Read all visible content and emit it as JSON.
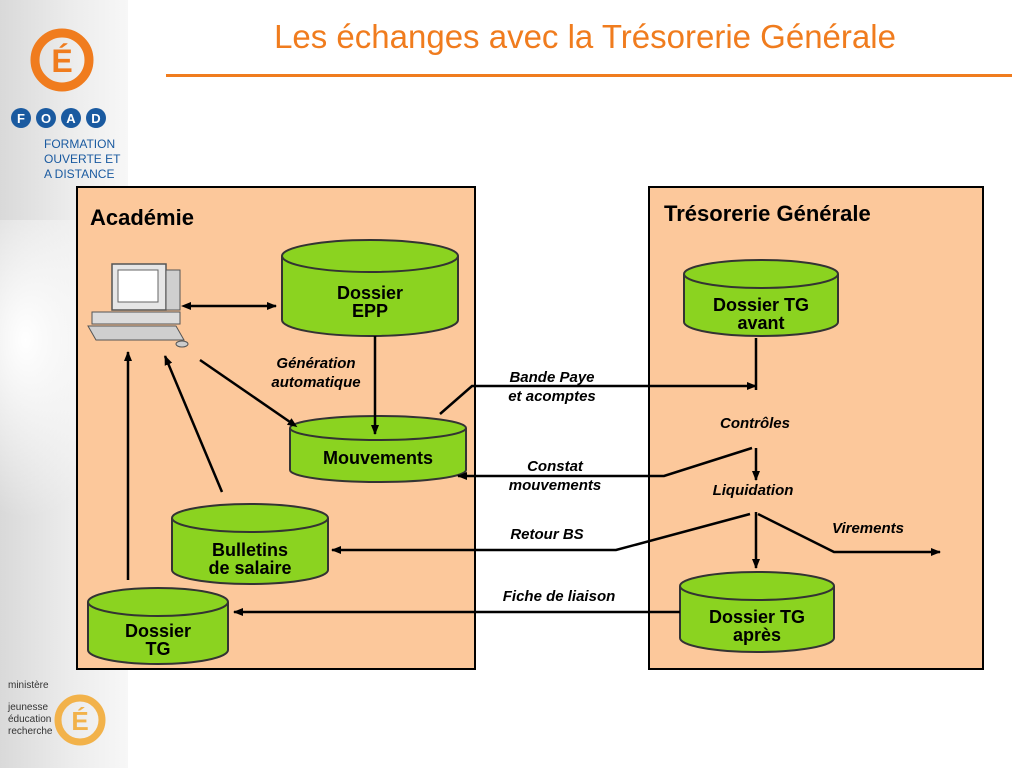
{
  "title": "Les échanges avec la Trésorerie Générale",
  "logo_top": {
    "foad_letters": [
      "F",
      "O",
      "A",
      "D"
    ],
    "lines": [
      "FORMATION",
      "OUVERTE ET",
      "A DISTANCE"
    ]
  },
  "logo_bottom": {
    "lines": [
      "ministère",
      "jeunesse",
      "éducation",
      "recherche"
    ]
  },
  "academie": {
    "title": "Académie",
    "dossier_epp": "Dossier\nEPP",
    "mouvements": "Mouvements",
    "bulletins": "Bulletins\nde salaire",
    "dossier_tg": "Dossier\nTG",
    "generation": "Génération\nautomatique"
  },
  "tresorerie": {
    "title": "Trésorerie Générale",
    "dossier_avant": "Dossier TG\navant",
    "dossier_apres": "Dossier TG\naprès",
    "controles": "Contrôles",
    "liquidation": "Liquidation",
    "virements": "Virements"
  },
  "flows": {
    "bande_paye": "Bande Paye\net acomptes",
    "constat": "Constat\nmouvements",
    "retour_bs": "Retour BS",
    "fiche_liaison": "Fiche de liaison"
  },
  "colors": {
    "accent": "#f07c1e",
    "panel": "#fcc89b",
    "cylinder": "#8bd320",
    "foad_blue": "#1a5aa0"
  }
}
